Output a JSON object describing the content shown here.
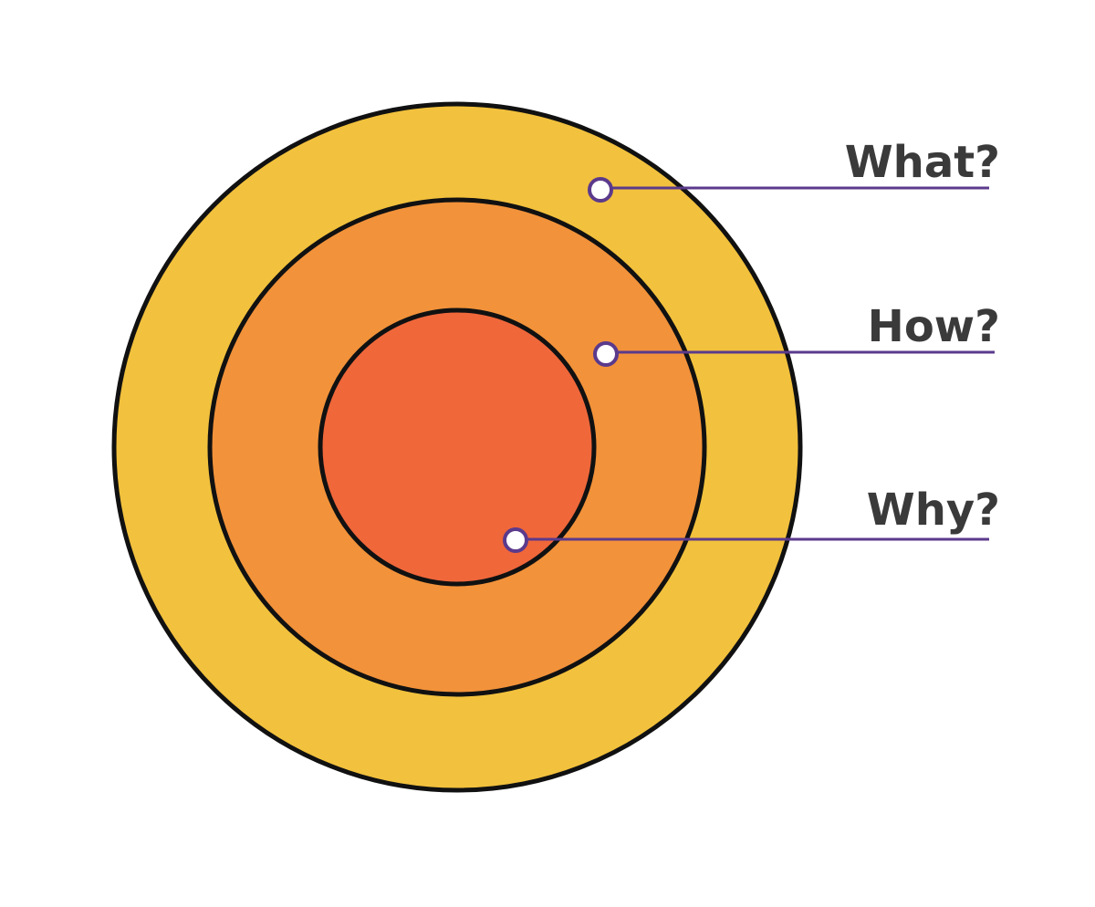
{
  "circles": {
    "outer": {
      "fill": "#f2c13d"
    },
    "middle": {
      "fill": "#f2923a"
    },
    "inner": {
      "fill": "#f0673a"
    }
  },
  "labels": {
    "what": "What?",
    "how": "How?",
    "why": "Why?"
  },
  "colors": {
    "leader": "#5b3a8c",
    "outline": "#111111",
    "text": "#3a3a3a"
  }
}
